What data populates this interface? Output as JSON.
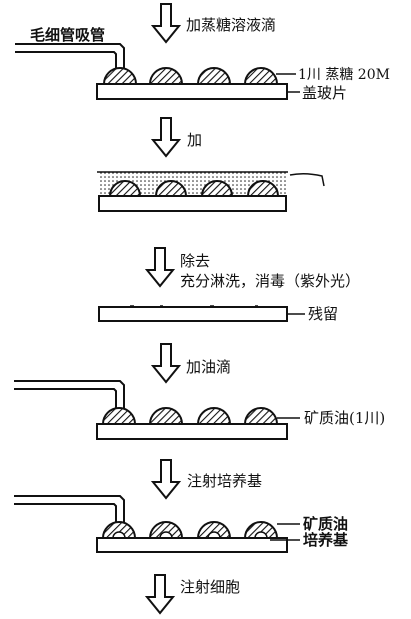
{
  "steps": [
    {
      "capillary_label": "毛细管吸管",
      "arrow_label": "加蒸糖溶液滴",
      "right_top": "1川 蒸糖 20M",
      "right_bottom": "盖玻片"
    },
    {
      "arrow_label": "加"
    },
    {
      "arrow_label_1": "除去",
      "arrow_label_2": "充分淋洗，消毒（紫外光）",
      "right_label": "残留"
    },
    {
      "arrow_label": "加油滴",
      "right_label": "矿质油(1川)"
    },
    {
      "arrow_label": "注射培养基",
      "right_top": "矿质油",
      "right_bottom": "培养基"
    },
    {
      "arrow_label": "注射细胞"
    }
  ]
}
